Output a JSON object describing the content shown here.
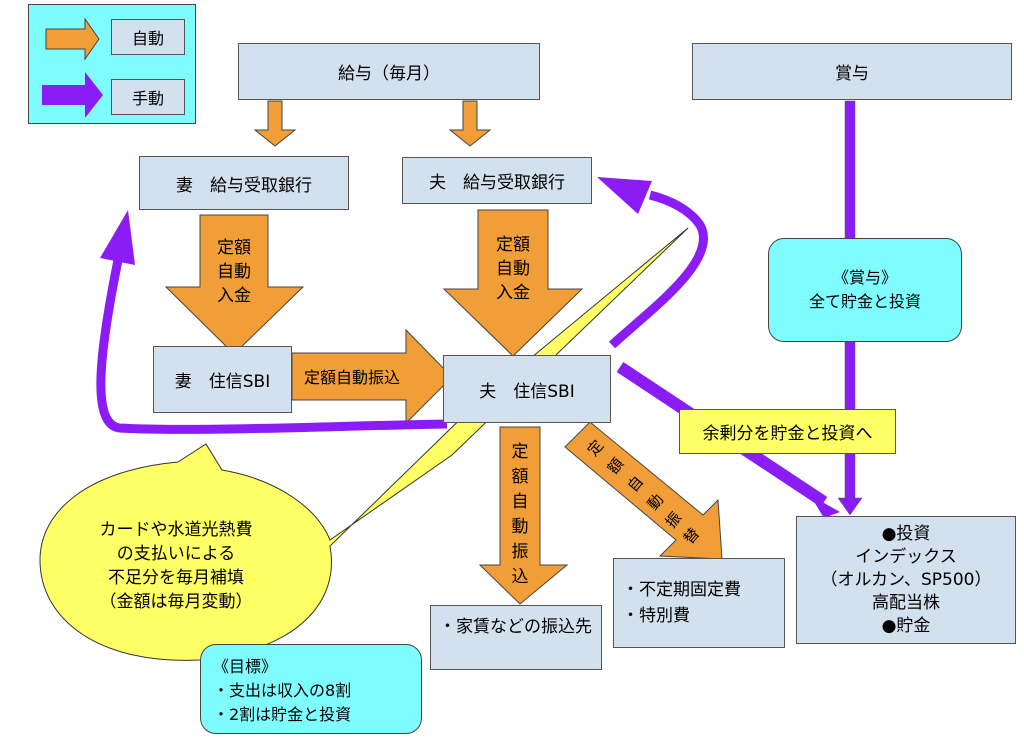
{
  "colors": {
    "auto_arrow": "#f19e38",
    "manual_arrow": "#8b1cf5",
    "box_fill": "#d3e0ee",
    "cyan_fill": "#7ffcfe",
    "yellow_fill": "#ffff66"
  },
  "legend": {
    "auto_label": "自動",
    "manual_label": "手動",
    "auto_icon": "orange-right-arrow",
    "manual_icon": "purple-right-arrow"
  },
  "nodes": {
    "salary_monthly": "給与（毎月）",
    "bonus": "賞与",
    "wife_salary_bank": "妻　給与受取銀行",
    "husband_salary_bank": "夫　給与受取銀行",
    "wife_sbi": "妻　住信SBI",
    "husband_sbi": "夫　住信SBI",
    "rent_dest": "・家賃などの振込先",
    "irregular_costs": [
      "・不定期固定費",
      "・特別費"
    ],
    "investment_box": [
      "●投資",
      "インデックス",
      "（オルカン、SP500）",
      "高配当株",
      "●貯金"
    ]
  },
  "arrows": {
    "wife_deposit": [
      "定額",
      "自動",
      "入金"
    ],
    "husband_deposit": [
      "定額",
      "自動",
      "入金"
    ],
    "transfer_to_husband": "定額自動振込",
    "rent_transfer": [
      "定",
      "額",
      "自",
      "動",
      "振",
      "込"
    ],
    "irregular_transfer": [
      "定",
      "額",
      "自",
      "動",
      "振",
      "替"
    ]
  },
  "callouts": {
    "bonus_policy": [
      "《賞与》",
      "全て貯金と投資"
    ],
    "surplus": "余剰分を貯金と投資へ",
    "shortfall_bubble": [
      "カードや水道光熱費",
      "の支払いによる",
      "不足分を毎月補填",
      "（金額は毎月変動）"
    ],
    "goal": [
      "《目標》",
      "・支出は収入の8割",
      "・2割は貯金と投資"
    ]
  }
}
